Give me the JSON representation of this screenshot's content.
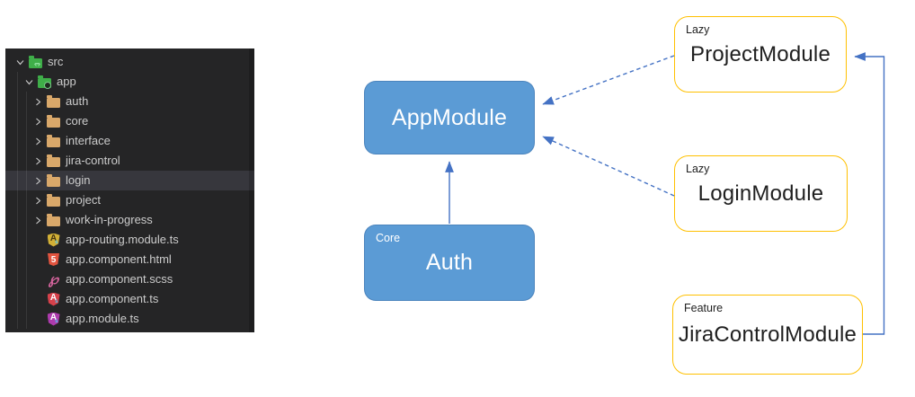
{
  "file_explorer": {
    "items": [
      {
        "name": "src",
        "type": "folder",
        "level": 0,
        "expanded": true,
        "icon": "folder-src-icon"
      },
      {
        "name": "app",
        "type": "folder",
        "level": 1,
        "expanded": true,
        "icon": "folder-app-icon"
      },
      {
        "name": "auth",
        "type": "folder",
        "level": 2,
        "expanded": false,
        "icon": "folder-icon"
      },
      {
        "name": "core",
        "type": "folder",
        "level": 2,
        "expanded": false,
        "icon": "folder-icon"
      },
      {
        "name": "interface",
        "type": "folder",
        "level": 2,
        "expanded": false,
        "icon": "folder-icon"
      },
      {
        "name": "jira-control",
        "type": "folder",
        "level": 2,
        "expanded": false,
        "icon": "folder-icon"
      },
      {
        "name": "login",
        "type": "folder",
        "level": 2,
        "expanded": false,
        "icon": "folder-icon",
        "selected": true
      },
      {
        "name": "project",
        "type": "folder",
        "level": 2,
        "expanded": false,
        "icon": "folder-icon"
      },
      {
        "name": "work-in-progress",
        "type": "folder",
        "level": 2,
        "expanded": false,
        "icon": "folder-icon"
      },
      {
        "name": "app-routing.module.ts",
        "type": "file",
        "level": 2,
        "icon": "angular-routing-icon"
      },
      {
        "name": "app.component.html",
        "type": "file",
        "level": 2,
        "icon": "html5-icon"
      },
      {
        "name": "app.component.scss",
        "type": "file",
        "level": 2,
        "icon": "sass-icon"
      },
      {
        "name": "app.component.ts",
        "type": "file",
        "level": 2,
        "icon": "angular-ts-icon"
      },
      {
        "name": "app.module.ts",
        "type": "file",
        "level": 2,
        "icon": "angular-module-icon"
      }
    ],
    "colors": {
      "background": "#252526",
      "text": "#cccccc",
      "selected_row": "#37373d",
      "folder": "#d9a86a",
      "folder_green": "#3fae49",
      "html": "#e2543f",
      "sass": "#d4649c",
      "angular_red": "#d6414b",
      "angular_gold": "#d2b036",
      "angular_magenta": "#ad3bad"
    }
  },
  "diagram": {
    "nodes": {
      "app_module": {
        "label": "AppModule",
        "badge": ""
      },
      "auth": {
        "label": "Auth",
        "badge": "Core"
      },
      "project_module": {
        "label": "ProjectModule",
        "badge": "Lazy"
      },
      "login_module": {
        "label": "LoginModule",
        "badge": "Lazy"
      },
      "jira_control_module": {
        "label": "JiraControlModule",
        "badge": "Feature"
      }
    },
    "edges": [
      {
        "from": "Auth",
        "to": "AppModule",
        "style": "solid"
      },
      {
        "from": "ProjectModule",
        "to": "AppModule",
        "style": "dashed"
      },
      {
        "from": "LoginModule",
        "to": "AppModule",
        "style": "dashed"
      },
      {
        "from": "JiraControlModule",
        "to": "ProjectModule",
        "style": "solid-elbow"
      }
    ],
    "colors": {
      "blue_fill": "#5b9bd5",
      "blue_text": "#ffffff",
      "yellow_border": "#ffc000",
      "yellow_text": "#1f1f1f",
      "arrow": "#4472c4"
    }
  }
}
